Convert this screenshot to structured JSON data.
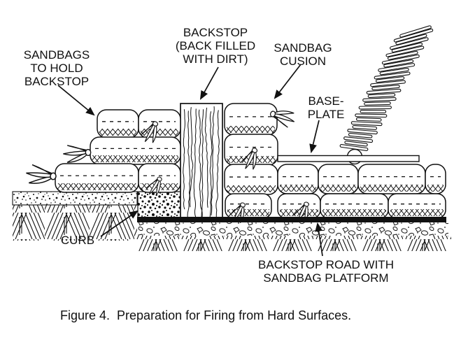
{
  "figure": {
    "caption": "Figure 4.  Preparation for Firing from Hard Surfaces."
  },
  "labels": {
    "sandbags_to_hold_backstop": [
      "SANDBAGS",
      "TO HOLD",
      "BACKSTOP"
    ],
    "backstop": [
      "BACKSTOP",
      "(BACK FILLED",
      "WITH DIRT)"
    ],
    "sandbag_cusion": [
      "SANDBAG",
      "CUSION"
    ],
    "baseplate": [
      "BASE-",
      "PLATE"
    ],
    "curb": [
      "CURB"
    ],
    "backstop_road": [
      "BACKSTOP ROAD WITH",
      "SANDBAG PLATFORM"
    ]
  },
  "colors": {
    "ink": "#111111",
    "paper": "#ffffff"
  }
}
